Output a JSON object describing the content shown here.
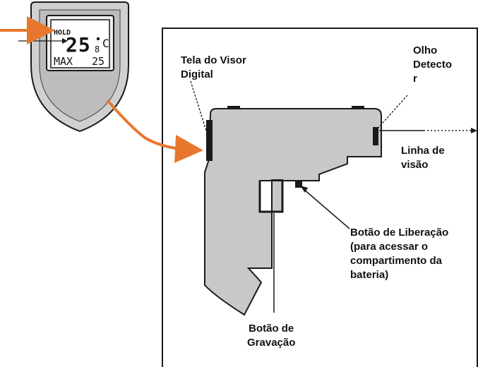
{
  "lcd_display": {
    "hold_label": "HOLD",
    "reading": "25",
    "decimal": "8",
    "unit": "C",
    "max_label": "MAX",
    "max_value": "25"
  },
  "labels": {
    "display_screen": [
      "Tela do Visor",
      "Digital"
    ],
    "detector_eye": [
      "Olho",
      "Detecto",
      "r"
    ],
    "line_of_sight": [
      "Linha de",
      "visão"
    ],
    "release_button": [
      "Botão de Liberação",
      "(para acessar o",
      "compartimento da",
      "bateria)"
    ],
    "record_button": [
      "Botão de",
      "Gravação"
    ]
  },
  "colors": {
    "accent_arrow": "#E8772E",
    "gun_body": "#C8C8C8",
    "shield_outer": "#D0D0D0",
    "shield_inner": "#BDBDBD",
    "outline": "#1A1A1A"
  }
}
